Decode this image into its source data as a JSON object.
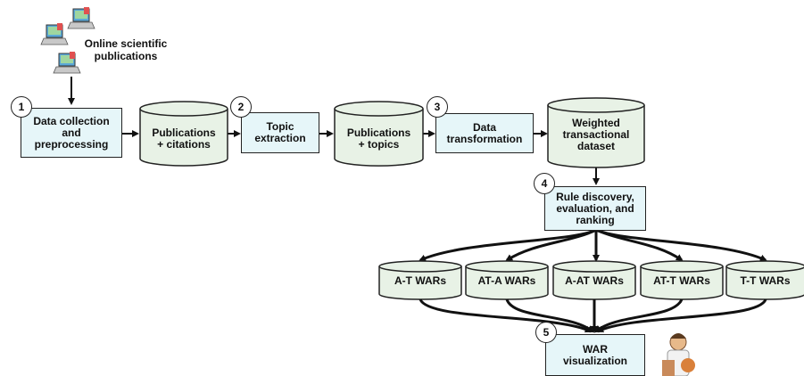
{
  "source": {
    "label": "Online scientific\npublications"
  },
  "steps": [
    {
      "number": "1",
      "label": "Data collection\nand\npreprocessing"
    },
    {
      "number": "2",
      "label": "Topic\nextraction"
    },
    {
      "number": "3",
      "label": "Data\ntransformation"
    },
    {
      "number": "4",
      "label": "Rule discovery,\nevaluation, and\nranking"
    },
    {
      "number": "5",
      "label": "WAR\nvisualization"
    }
  ],
  "stores": [
    {
      "label": "Publications\n+ citations"
    },
    {
      "label": "Publications\n+ topics"
    },
    {
      "label": "Weighted\ntransactional\ndataset"
    }
  ],
  "war_types": [
    "A-T WARs",
    "AT-A WARs",
    "A-AT WARs",
    "AT-T WARs",
    "T-T WARs"
  ],
  "colors": {
    "box_fill": "#e6f6f9",
    "cylinder_fill": "#e8f2e6",
    "stroke": "#222222"
  }
}
